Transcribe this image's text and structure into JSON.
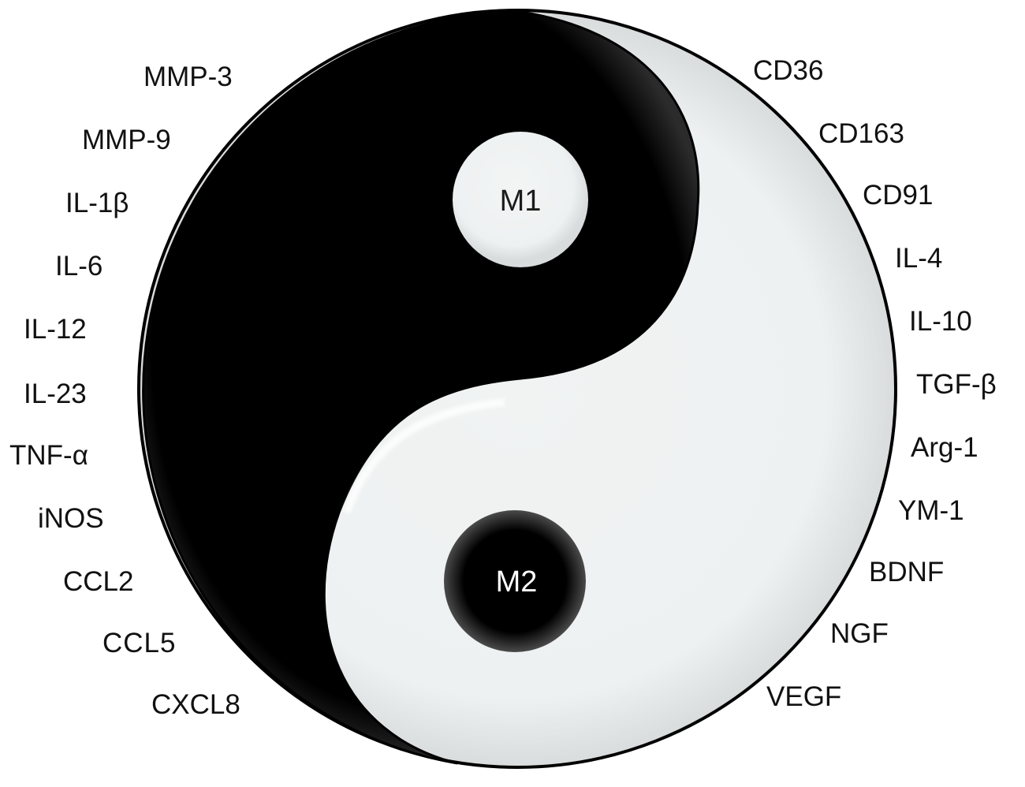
{
  "diagram": {
    "colors": {
      "dark": "#000000",
      "light": "#f1f3f3",
      "outline": "#000000",
      "text": "#111111"
    },
    "center_labels": {
      "m1": "M1",
      "m2": "M2"
    },
    "m1_markers": [
      "MMP-3",
      "MMP-9",
      "IL-1β",
      "IL-6",
      "IL-12",
      "IL-23",
      "TNF-α",
      "iNOS",
      "CCL2",
      "CCL5",
      "CXCL8"
    ],
    "m2_markers": [
      "CD36",
      "CD163",
      "CD91",
      "IL-4",
      "IL-10",
      "TGF-β",
      "Arg-1",
      "YM-1",
      "BDNF",
      "NGF",
      "VEGF"
    ]
  }
}
